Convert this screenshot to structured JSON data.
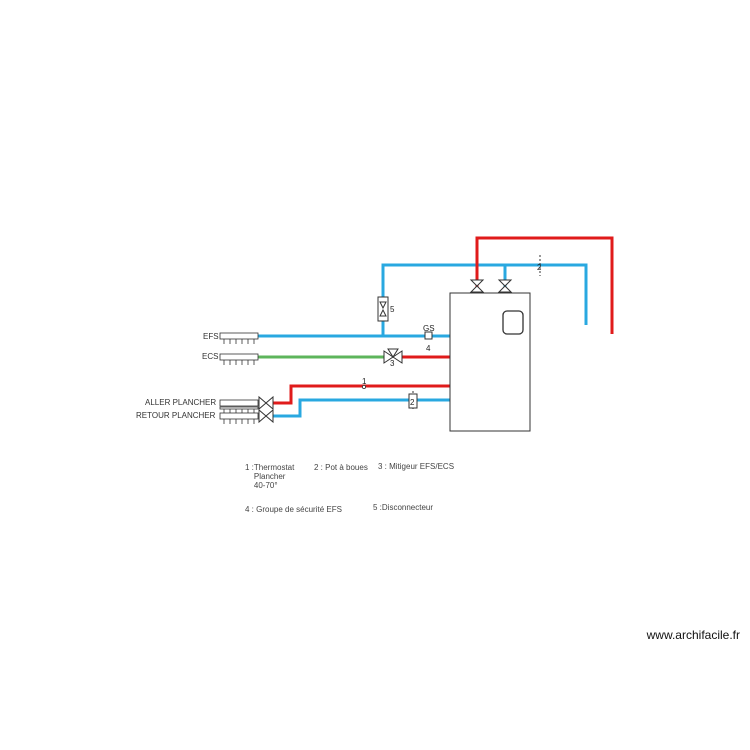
{
  "colors": {
    "cold": "#29a8e0",
    "hot": "#e01b1b",
    "ecs": "#5db55b",
    "outline": "#333333"
  },
  "labels": {
    "efs": "EFS",
    "ecs": "ECS",
    "aller": "ALLER PLANCHER",
    "retour": "RETOUR PLANCHER",
    "gs": "GS"
  },
  "markers": {
    "n1": "1",
    "n2_top": "2",
    "n2_bottom": "2",
    "n3": "3",
    "n4": "4",
    "n5": "5"
  },
  "legend": {
    "item1": "1 :Thermostat\n    Plancher\n    40-70°",
    "item2": "2 : Pot à boues",
    "item3": "3 : Mitigeur EFS/ECS",
    "item4": "4 : Groupe de sécurité EFS",
    "item5": "5 :Disconnecteur"
  },
  "watermark": "www.archifacile.fr"
}
